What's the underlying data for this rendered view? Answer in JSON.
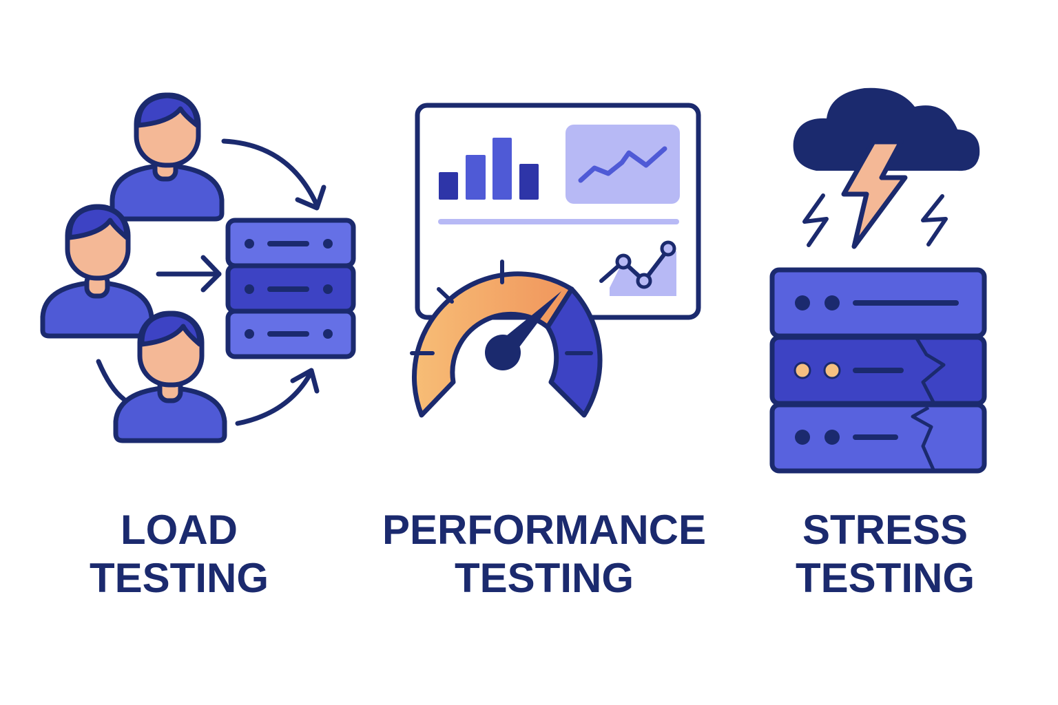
{
  "colors": {
    "navy": "#1b2a6e",
    "blue": "#4f5ad6",
    "blue_dark": "#3d43c4",
    "blue_light": "#6570e6",
    "lavender": "#b7b9f5",
    "skin": "#f4b896",
    "orange_light": "#f7bd76",
    "orange": "#f29c60",
    "indicator_orange": "#f6c081"
  },
  "sections": [
    {
      "id": "load",
      "title_line1": "LOAD",
      "title_line2": "TESTING",
      "icon": "users-to-server-icon"
    },
    {
      "id": "performance",
      "title_line1": "PERFORMANCE",
      "title_line2": "TESTING",
      "icon": "dashboard-speedometer-icon"
    },
    {
      "id": "stress",
      "title_line1": "STRESS",
      "title_line2": "TESTING",
      "icon": "storm-broken-server-icon"
    }
  ]
}
